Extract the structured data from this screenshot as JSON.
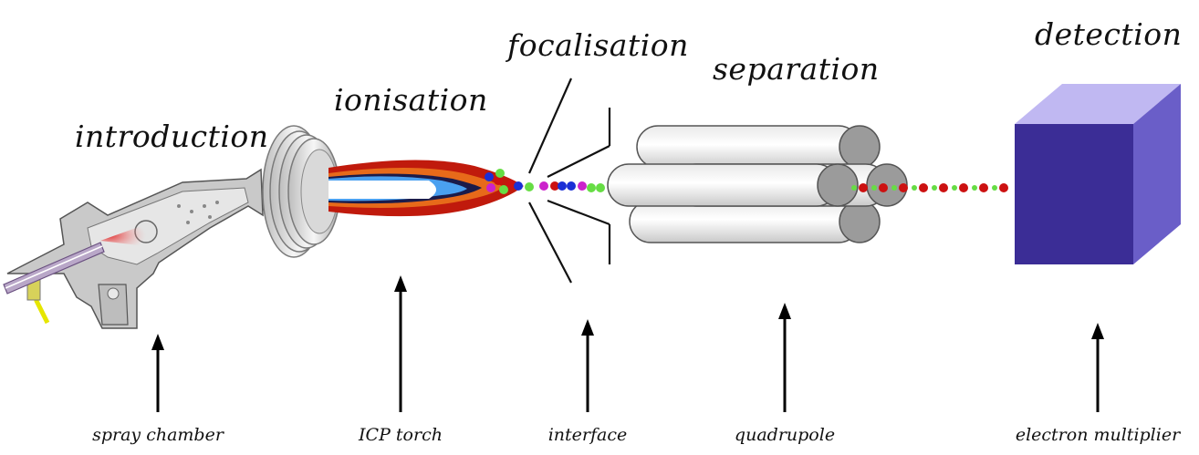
{
  "stages": {
    "introduction": "introduction",
    "ionisation": "ionisation",
    "focalisation": "focalisation",
    "separation": "separation",
    "detection": "detection"
  },
  "components": {
    "spray_chamber": "spray chamber",
    "icp_torch": "ICP torch",
    "interface": "interface",
    "quadrupole": "quadrupole",
    "electron_multiplier": "electron multiplier"
  },
  "colors": {
    "ion_red": "#cc1111",
    "ion_blue": "#1a2fd6",
    "ion_green": "#66dd44",
    "ion_magenta": "#cc22cc",
    "detector_front": "#3b2d96",
    "detector_top": "#c0b8f2",
    "detector_side": "#6a5ec8",
    "plasma_red": "#b8140c",
    "plasma_blue": "#4aa0f0"
  }
}
